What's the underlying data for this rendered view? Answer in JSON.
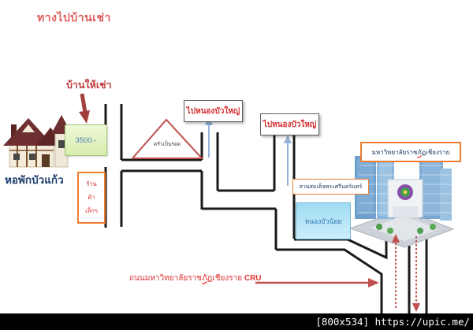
{
  "page": {
    "title": "ทางไปบ้านเช่า",
    "watermark": "[800x534] https://upic.me/"
  },
  "landmarks": {
    "rent_house_label": "บ้านให้เช่า",
    "rent_price": "3500.-",
    "dorm_name": "หอพักบัวแก้ว",
    "shop_lines": [
      "ร้าน",
      "ค้า",
      "เล็กๆ"
    ],
    "restaurant_name": "ครัวเป็นรอด",
    "direction_signs": [
      "ไปหนองบัวใหญ่",
      "ไปหนองบัวใหญ่"
    ],
    "university": {
      "name_pre": "มหาวิทยาลัยราช",
      "name_typo": "ภัฏ",
      "name_post": "เชียงราย"
    },
    "park_name": "สวนสมเด็จพระศรีนครินทร์",
    "pond_name": "หนองบัวน้อย",
    "road": {
      "name_pre": "ถนนมหาวิทยาลัยราช",
      "name_typo": "ภัฏ",
      "name_post": "เชียงราย ",
      "abbr": "CRU"
    }
  },
  "colors": {
    "title_red": "#e05c5c",
    "sign_red": "#d62e2e",
    "arrow_red": "#c0504d",
    "navy": "#1f3e6e",
    "price_blue": "#4a7ebb",
    "pond_blue": "#2f74b5",
    "orange_border": "#ed7d31",
    "blue_arrow": "#95b3d7",
    "road_black": "#1a1a1a"
  }
}
